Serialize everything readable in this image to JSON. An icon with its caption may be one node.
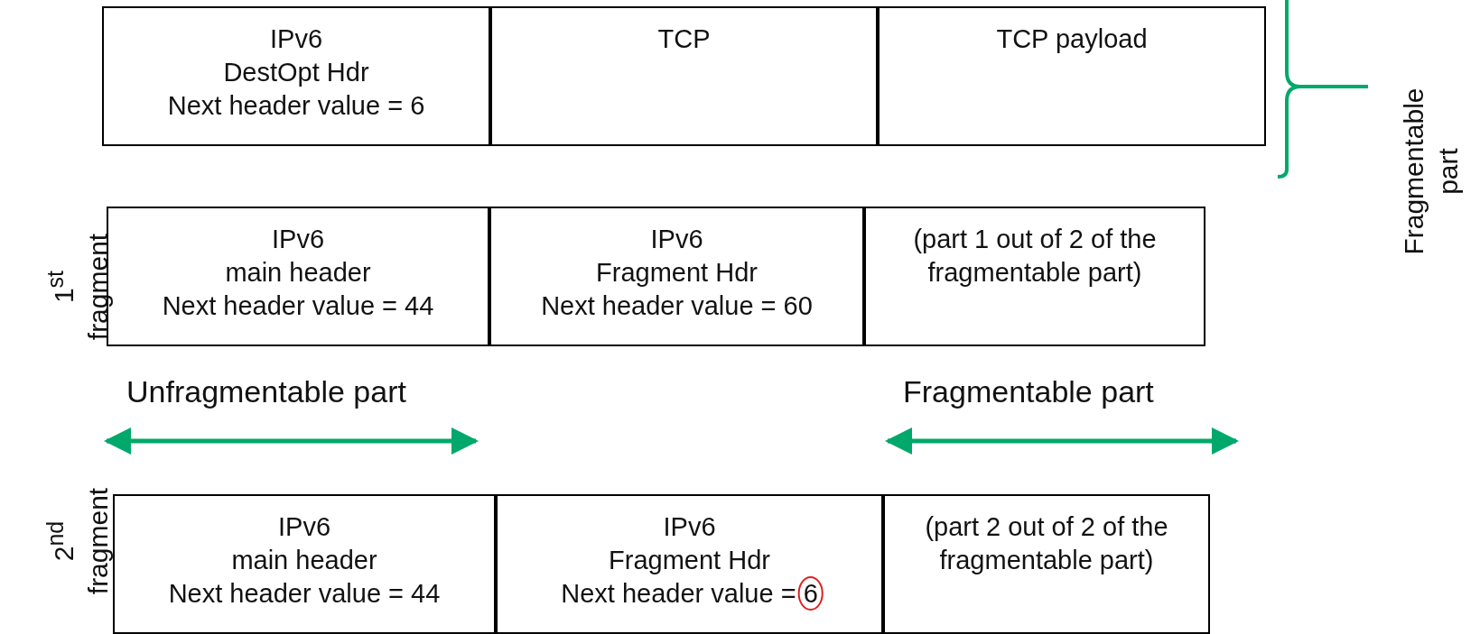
{
  "diagram": {
    "nodes": [
      {
        "text": [
          "IPv6",
          "DestOpt Hdr",
          "Next header value = 6"
        ]
      },
      {
        "text": [
          "TCP"
        ]
      },
      {
        "text": [
          "TCP payload"
        ]
      },
      {
        "text": [
          "IPv6",
          "main header",
          "Next header value = 44"
        ]
      },
      {
        "text": [
          "IPv6",
          "Fragment Hdr",
          "Next header value = 60"
        ]
      },
      {
        "text": [
          "(part 1 out of 2 of the fragmentable part)"
        ]
      },
      {
        "text": [
          "IPv6",
          "main header",
          "Next header value = 44"
        ]
      },
      {
        "text": [
          "IPv6",
          "Fragment Hdr",
          "Next header value = 6"
        ]
      },
      {
        "text": [
          "(part 2 out of 2 of the fragmentable part)"
        ]
      }
    ],
    "edges": [],
    "labels": [
      "Fragmentable part",
      "1$^{st}$ fragment",
      "Unfragmentable part",
      "Fragmentable part",
      "2$^{nd}$ fragment"
    ]
  }
}
